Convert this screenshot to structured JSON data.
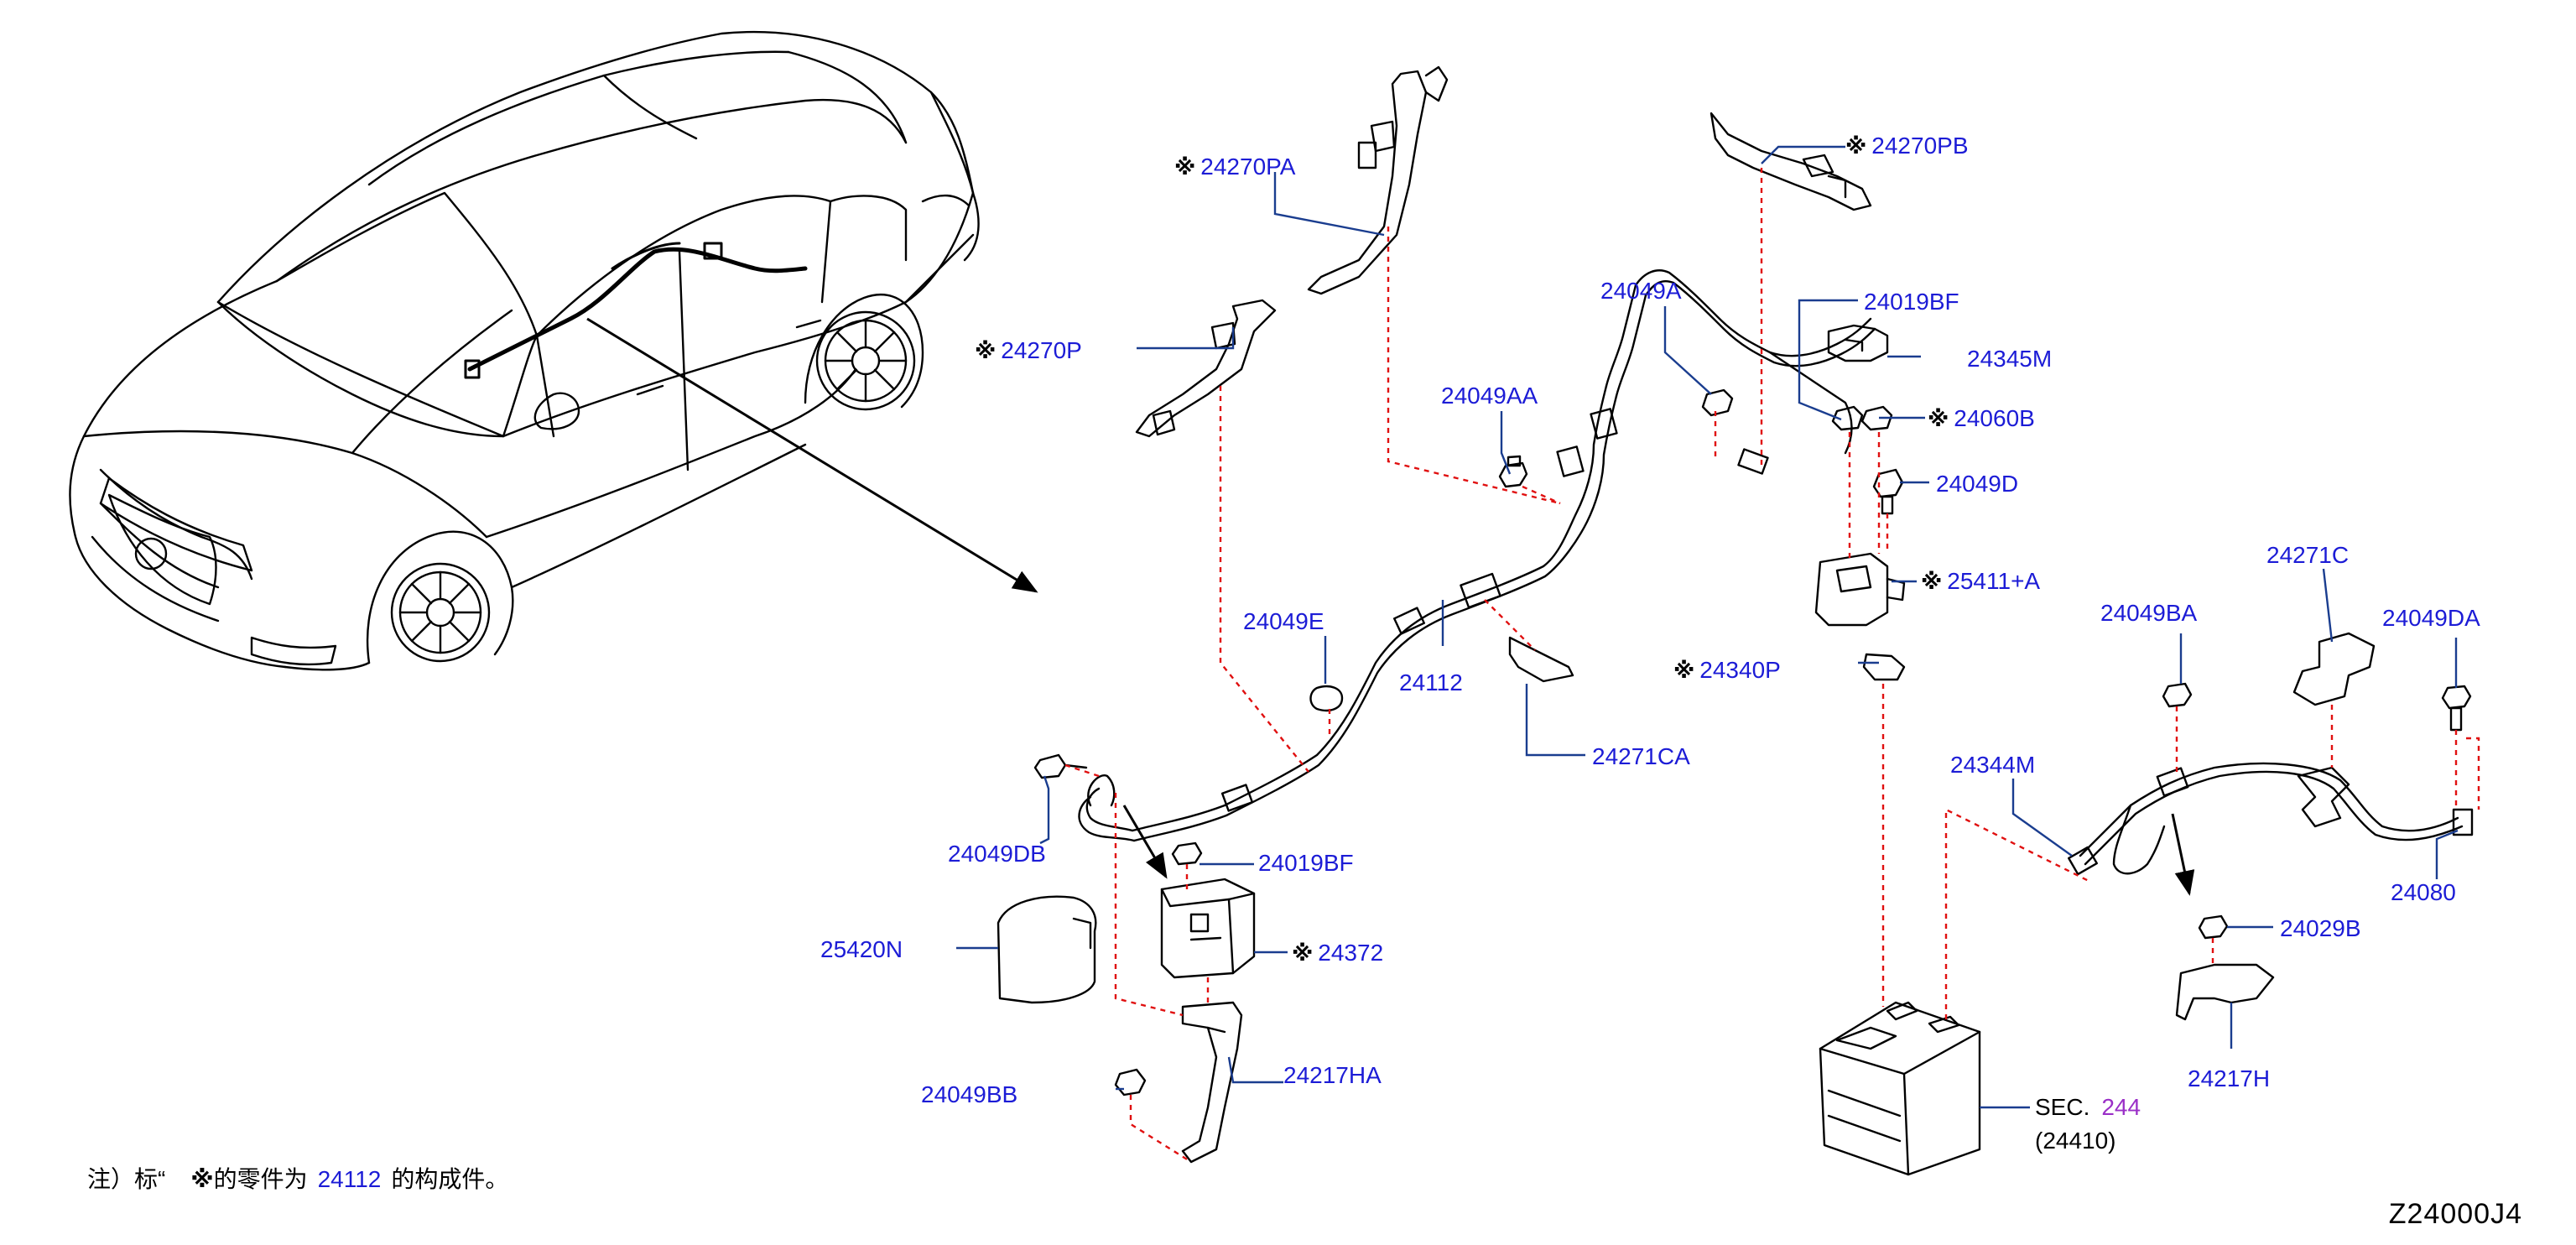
{
  "note": {
    "prefix": "注）标“",
    "mark": "※",
    "middle": "的零件为",
    "part": "24112",
    "suffix": "的构成件。"
  },
  "diagram_id": "Z24000J4",
  "section_ref": {
    "prefix": "SEC.",
    "number": "244",
    "part": "(24410)"
  },
  "labels": {
    "p24270PA": {
      "mark": "※",
      "text": "24270PA"
    },
    "p24270PB": {
      "mark": "※",
      "text": "24270PB"
    },
    "p24270P": {
      "mark": "※",
      "text": "24270P"
    },
    "p24049A": {
      "text": "24049A"
    },
    "p24019BF_top": {
      "text": "24019BF"
    },
    "p24345M": {
      "text": "24345M"
    },
    "p24049AA": {
      "text": "24049AA"
    },
    "p24060B": {
      "mark": "※",
      "text": "24060B"
    },
    "p24049D": {
      "text": "24049D"
    },
    "p25411A": {
      "mark": "※",
      "text": "25411+A"
    },
    "p24340P": {
      "mark": "※",
      "text": "24340P"
    },
    "p24271C": {
      "text": "24271C"
    },
    "p24049BA": {
      "text": "24049BA"
    },
    "p24049DA": {
      "text": "24049DA"
    },
    "p24049E": {
      "text": "24049E"
    },
    "p24112": {
      "text": "24112"
    },
    "p24271CA": {
      "text": "24271CA"
    },
    "p24344M": {
      "text": "24344M"
    },
    "p24049DB": {
      "text": "24049DB"
    },
    "p24019BF_bot": {
      "text": "24019BF"
    },
    "p24080": {
      "text": "24080"
    },
    "p24372": {
      "mark": "※",
      "text": "24372"
    },
    "p25420N": {
      "text": "25420N"
    },
    "p24029B": {
      "text": "24029B"
    },
    "p24217HA": {
      "text": "24217HA"
    },
    "p24049BB": {
      "text": "24049BB"
    },
    "p24217H": {
      "text": "24217H"
    }
  },
  "colors": {
    "label_text": "#1c1cd6",
    "leader_line": "#1a3d8f",
    "dashed_line": "#e01010",
    "section_number": "#9a2fc7",
    "outline": "#000000"
  }
}
